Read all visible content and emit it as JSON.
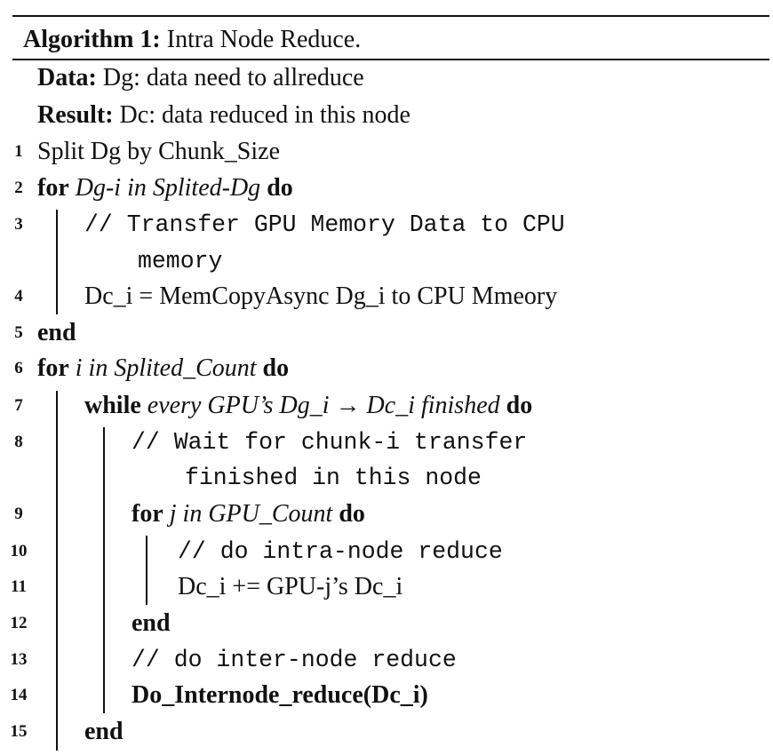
{
  "algorithm": {
    "label": "Algorithm 1:",
    "title": "Intra Node Reduce.",
    "data_kw": "Data:",
    "data_text": "Dg: data need to allreduce",
    "result_kw": "Result:",
    "result_text": "Dc: data reduced in this node",
    "lines": [
      {
        "n": "1",
        "text": "Split Dg by Chunk_Size"
      },
      {
        "n": "2",
        "kw1": "for",
        "expr": "Dg-i in Splited-Dg",
        "kw2": "do"
      },
      {
        "n": "3",
        "text": "// Transfer GPU Memory Data to CPU",
        "cont": "memory"
      },
      {
        "n": "4",
        "text": "Dc_i = MemCopyAsync Dg_i to CPU Mmeory"
      },
      {
        "n": "5",
        "kw1": "end"
      },
      {
        "n": "6",
        "kw1": "for",
        "expr": "i in Splited_Count",
        "kw2": "do"
      },
      {
        "n": "7",
        "kw1": "while",
        "expr": "every GPU’s Dg_i → Dc_i finished",
        "kw2": "do"
      },
      {
        "n": "8",
        "text": "// Wait for chunk-i transfer",
        "cont": "finished in this node"
      },
      {
        "n": "9",
        "kw1": "for",
        "expr": "j in GPU_Count",
        "kw2": "do"
      },
      {
        "n": "10",
        "text": "// do intra-node reduce"
      },
      {
        "n": "11",
        "text": "Dc_i += GPU-j’s Dc_i"
      },
      {
        "n": "12",
        "kw1": "end"
      },
      {
        "n": "13",
        "text": "// do inter-node reduce"
      },
      {
        "n": "14",
        "text": "Do_Internode_reduce(Dc_i)"
      },
      {
        "n": "15",
        "kw1": "end"
      }
    ]
  }
}
